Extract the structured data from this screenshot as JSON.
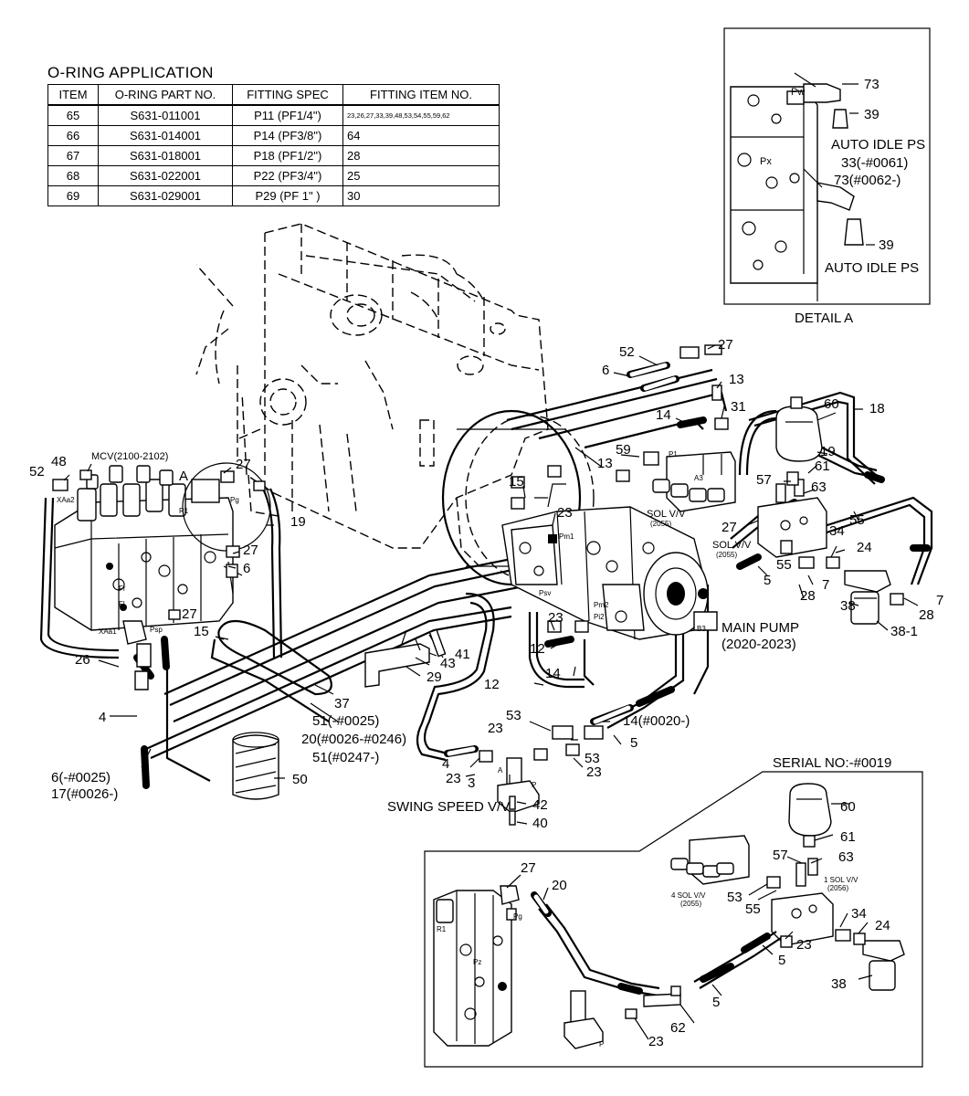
{
  "oring": {
    "title": "O-RING APPLICATION",
    "headers": [
      "ITEM",
      "O-RING PART NO.",
      "FITTING SPEC",
      "FITTING ITEM NO."
    ],
    "rows": [
      {
        "item": "65",
        "part": "S631-011001",
        "spec": "P11 (PF1/4\")",
        "fitting": "23,26,27,33,39,48,53,54,55,59,62"
      },
      {
        "item": "66",
        "part": "S631-014001",
        "spec": "P14 (PF3/8\")",
        "fitting": "64"
      },
      {
        "item": "67",
        "part": "S631-018001",
        "spec": "P18 (PF1/2\")",
        "fitting": "28"
      },
      {
        "item": "68",
        "part": "S631-022001",
        "spec": "P22 (PF3/4\")",
        "fitting": "25"
      },
      {
        "item": "69",
        "part": "S631-029001",
        "spec": "P29 (PF  1\" )",
        "fitting": "30"
      }
    ]
  },
  "detail_a": {
    "title": "DETAIL A",
    "callouts": [
      "73",
      "39",
      "AUTO IDLE PS",
      "33(-#0061)",
      "73(#0062-)",
      "39",
      "AUTO IDLE PS"
    ],
    "port_labels": [
      "Pw",
      "Px"
    ]
  },
  "main": {
    "mcv_label": "MCV(2100-2102)",
    "main_pump_label": "MAIN PUMP",
    "main_pump_range": "(2020-2023)",
    "swing_speed_label": "SWING SPEED V/V",
    "sol_vv_1": "SOL V/V",
    "sol_vv_1_code": "(2055)",
    "sol_vv_2": "SOL V/V",
    "sol_vv_2_code": "(2055)",
    "detail_ref": "A",
    "port_labels": [
      "XAa2",
      "XAa1",
      "Psp",
      "Pg",
      "R1",
      "Fr",
      "Fl",
      "P1",
      "A3",
      "Psv",
      "Pm1",
      "Pm2",
      "Pi2",
      "B3",
      "A",
      "P"
    ],
    "callouts": [
      "52",
      "48",
      "27",
      "27",
      "6",
      "27",
      "19",
      "15",
      "26",
      "4",
      "6(-#0025)",
      "17(#0026-)",
      "50",
      "37",
      "51(-#0025)",
      "20(#0026-#0246)",
      "51(#0247-)",
      "29",
      "43",
      "41",
      "52",
      "6",
      "27",
      "13",
      "31",
      "14",
      "13",
      "59",
      "15",
      "23",
      "60",
      "18",
      "19",
      "57",
      "63",
      "61",
      "27",
      "55",
      "34",
      "24",
      "5",
      "55",
      "28",
      "7",
      "38",
      "7",
      "28",
      "38-1",
      "23",
      "12",
      "14",
      "12",
      "14(#0020-)",
      "53",
      "23",
      "5",
      "53",
      "23",
      "4",
      "23",
      "3",
      "42",
      "40"
    ]
  },
  "serial": {
    "title": "SERIAL NO:-#0019",
    "sol_4_label": "4 SOL V/V",
    "sol_4_code": "(2055)",
    "sol_1_label": "1 SOL V/V",
    "sol_1_code": "(2056)",
    "port_labels": [
      "R1",
      "Pg",
      "Pz",
      "P"
    ],
    "callouts": [
      "27",
      "20",
      "60",
      "61",
      "57",
      "63",
      "53",
      "55",
      "34",
      "24",
      "23",
      "5",
      "38",
      "5",
      "62",
      "23"
    ]
  }
}
